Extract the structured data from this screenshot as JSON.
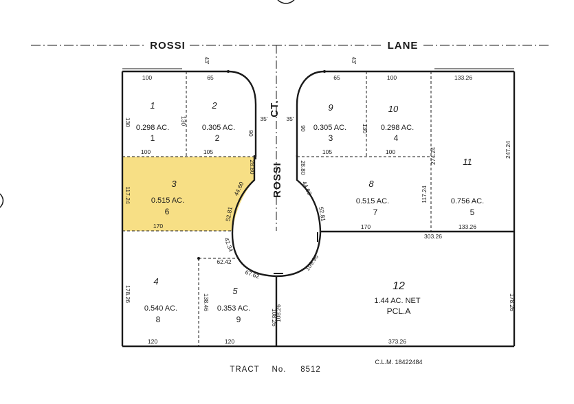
{
  "streets": {
    "rossi_left": "ROSSI",
    "lane_right": "LANE",
    "court_top": "CT.",
    "court_bottom": "ROSSI",
    "row_width_left": "43'",
    "row_width_right": "43'",
    "court_half_left": "35'",
    "court_half_right": "35'"
  },
  "lots": [
    {
      "lot": "1",
      "acreage": "0.298 AC.",
      "parcel": "1"
    },
    {
      "lot": "2",
      "acreage": "0.305 AC.",
      "parcel": "2"
    },
    {
      "lot": "9",
      "acreage": "0.305 AC.",
      "parcel": "3"
    },
    {
      "lot": "10",
      "acreage": "0.298 AC.",
      "parcel": "4"
    },
    {
      "lot": "11",
      "acreage": "0.756 AC.",
      "parcel": "5"
    },
    {
      "lot": "3",
      "acreage": "0.515 AC.",
      "parcel": "6",
      "highlighted": true
    },
    {
      "lot": "8",
      "acreage": "0.515 AC.",
      "parcel": "7"
    },
    {
      "lot": "4",
      "acreage": "0.540 AC.",
      "parcel": "8"
    },
    {
      "lot": "5",
      "acreage": "0.353 AC.",
      "parcel": "9"
    },
    {
      "lot": "12",
      "acreage": "1.44 AC. NET",
      "parcel": "PCL.A"
    }
  ],
  "dimensions": {
    "lot1_top": "100",
    "lot2_top": "65",
    "lot9_top": "65",
    "lot10_top": "100",
    "lot11_top": "133.26",
    "lot1_side": "130",
    "lot2_side": "130",
    "lot2_street": "90",
    "lot9_street": "90",
    "lot10_side": "130",
    "lot1_bottom": "100",
    "lot2_bottom": "105",
    "lot9_bottom": "105",
    "lot10_bottom": "100",
    "lot11_inner": "274.24",
    "right_upper": "247.24",
    "lot3_street": "28.80",
    "lot3_curve": "44.60",
    "lot3_arc": "52.81",
    "lot3_side": "117.24",
    "lot3_bottom": "170",
    "lot8_street": "28.80",
    "lot8_curve": "44.60",
    "lot8_arc": "52.81",
    "lot8_side": "117.24",
    "lot8_bottom": "170",
    "lot11_bottom": "133.26",
    "lot12_top": "303.26",
    "lot4_arc": "42.34",
    "lot5_top": "62.42",
    "lot5_arc": "67.62",
    "lot12_arc": "109.96",
    "lot4_side": "178.26",
    "lot5_side": "138.46",
    "lot5_east": "108.26",
    "lot12_west": "108.26",
    "right_lower": "178.26",
    "lot4_bottom": "120",
    "lot5_bottom": "120",
    "lot12_bottom": "373.26"
  },
  "footer": {
    "tract_label": "TRACT",
    "no_label": "No.",
    "tract_number": "8512",
    "clm": "C.L.M. 18422484"
  },
  "colors": {
    "highlight": "#f7df85",
    "line": "#1a1a1a",
    "background": "#ffffff"
  }
}
